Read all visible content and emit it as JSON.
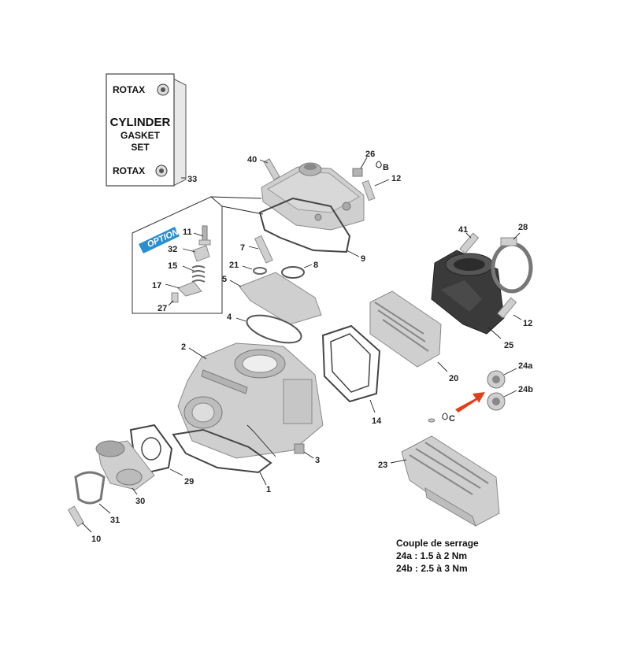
{
  "kit_card": {
    "brand_top": "ROTAX",
    "title_line1": "CYLINDER",
    "title_line2": "GASKET",
    "title_line3": "SET",
    "brand_bottom": "ROTAX"
  },
  "option_badge": "OPTION",
  "labels": {
    "p1": "1",
    "p2": "2",
    "p3": "3",
    "p4": "4",
    "p5": "5",
    "p7": "7",
    "p8": "8",
    "p9": "9",
    "p10": "10",
    "p11": "11",
    "p12a": "12",
    "p12b": "12",
    "p14": "14",
    "p15": "15",
    "p17": "17",
    "p20": "20",
    "p21": "21",
    "p23": "23",
    "p24a": "24a",
    "p24b": "24b",
    "p25": "25",
    "p26": "26",
    "p27": "27",
    "p28": "28",
    "p29": "29",
    "p30": "30",
    "p31": "31",
    "p32": "32",
    "p33": "33",
    "p40": "40",
    "p41": "41",
    "markB": "B",
    "markC": "C"
  },
  "torque": {
    "title": "Couple de serrage",
    "line1": "24a : 1.5 à 2 Nm",
    "line2": "24b : 2.5 à 3 Nm"
  },
  "colors": {
    "part_gray": "#cfcfcf",
    "part_dark": "#3a3a3a",
    "arrow_red": "#e0401c",
    "option_blue": "#2a8fd0"
  }
}
